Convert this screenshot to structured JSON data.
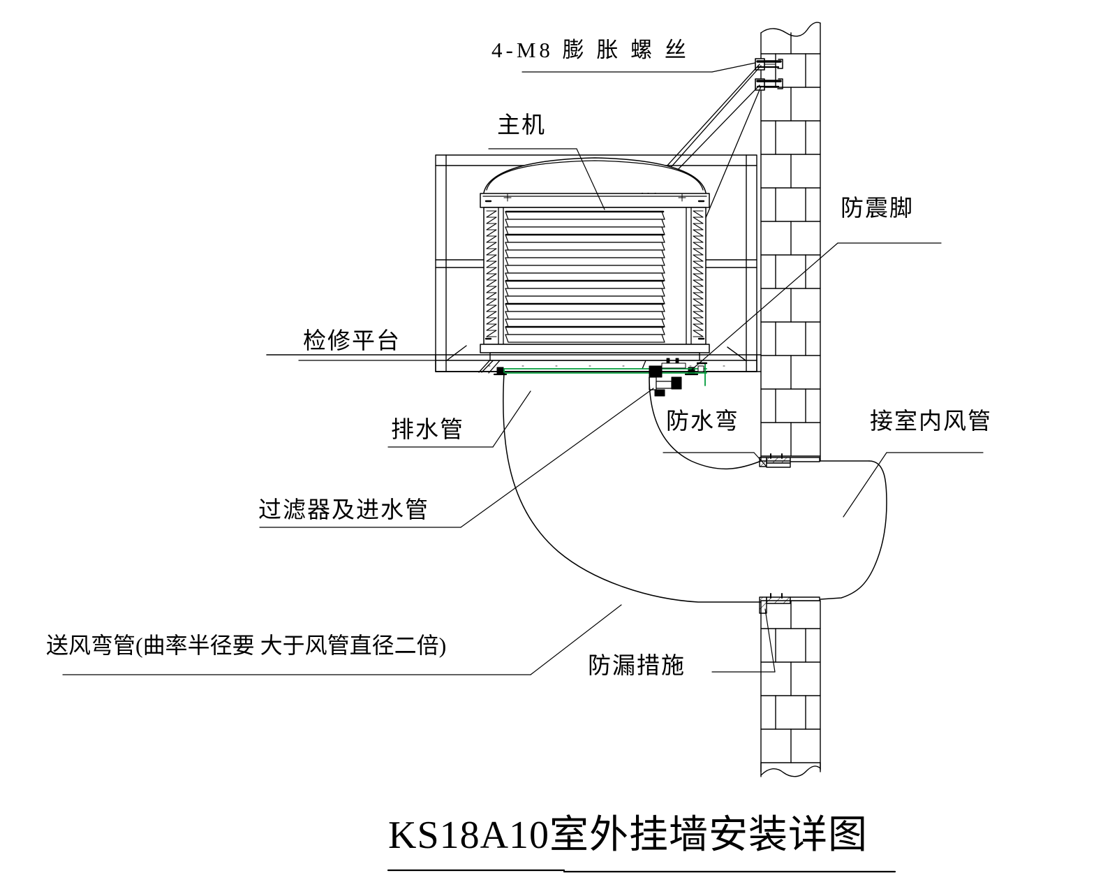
{
  "title": {
    "text": "KS18A10室外挂墙安装详图",
    "model": "KS18A10"
  },
  "labels": {
    "expansion_bolts": "4-M8 膨 胀 螺 丝",
    "main_unit": "主机",
    "maintenance_platform": "检修平台",
    "drain_pipe": "排水管",
    "filter_and_inlet_pipe": "过滤器及进水管",
    "supply_air_elbow": "送风弯管(曲率半径要  大于风管直径二倍)",
    "anti_vibration_foot": "防震脚",
    "waterproof_bend": "防水弯",
    "indoor_duct_connection": "接室内风管",
    "leak_prevention": "防漏措施"
  },
  "colors": {
    "line": "#000000",
    "water_pipe": "#009b3a",
    "background": "#ffffff"
  },
  "drawing": {
    "kind": "mechanical-installation-detail",
    "subject": "wall-mounted evaporative air cooler",
    "louver_rows": 17,
    "wall_courses": 13,
    "bolt_count": 2
  }
}
